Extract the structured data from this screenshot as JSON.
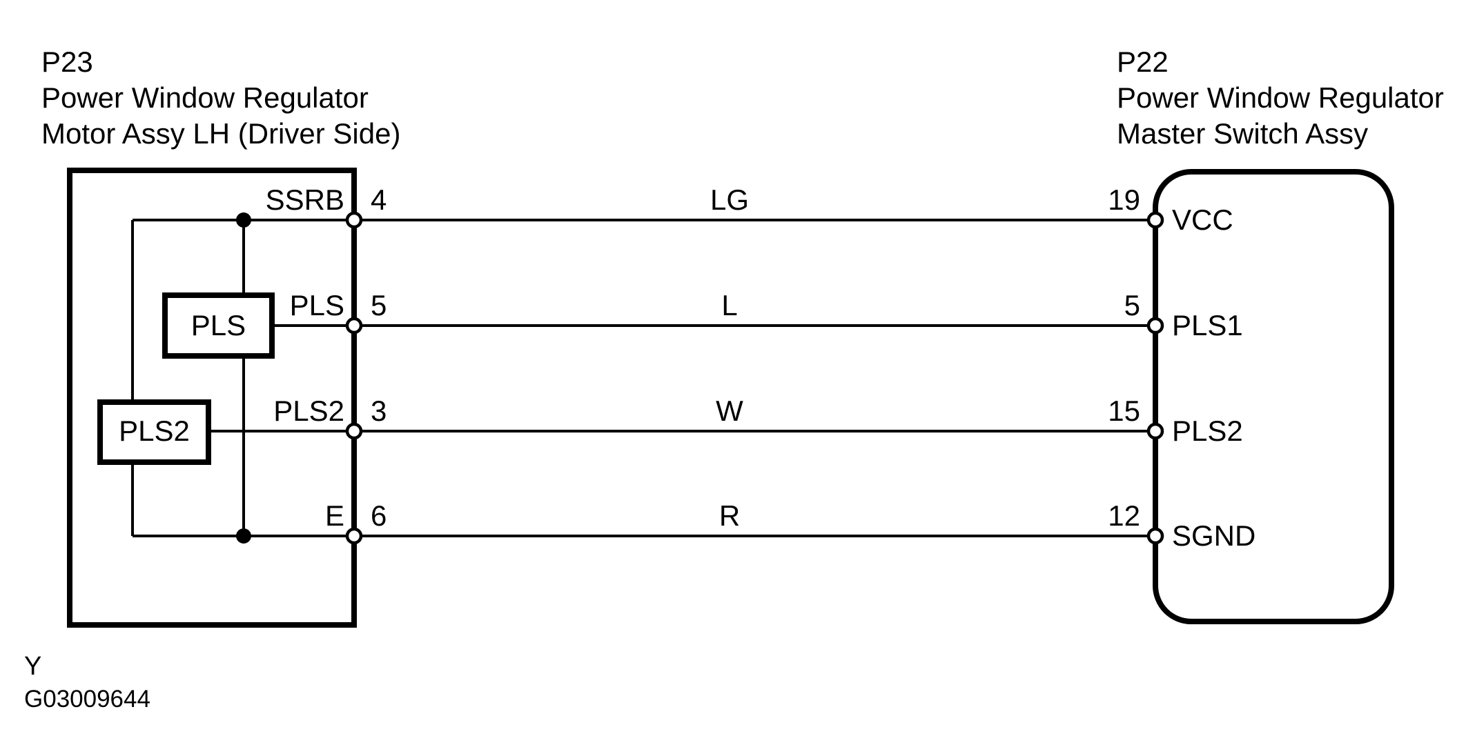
{
  "colors": {
    "ink": "#000000",
    "paper": "#ffffff"
  },
  "left_component": {
    "code": "P23",
    "name_line1": "Power Window Regulator",
    "name_line2": "Motor Assy LH (Driver Side)",
    "pins": [
      {
        "label": "SSRB",
        "number": "4"
      },
      {
        "label": "PLS",
        "number": "5"
      },
      {
        "label": "PLS2",
        "number": "3"
      },
      {
        "label": "E",
        "number": "6"
      }
    ],
    "internal_blocks": [
      {
        "label": "PLS"
      },
      {
        "label": "PLS2"
      }
    ]
  },
  "right_component": {
    "code": "P22",
    "name_line1": "Power Window Regulator",
    "name_line2": "Master Switch Assy",
    "pins": [
      {
        "number": "19",
        "label": "VCC"
      },
      {
        "number": "5",
        "label": "PLS1"
      },
      {
        "number": "15",
        "label": "PLS2"
      },
      {
        "number": "12",
        "label": "SGND"
      }
    ]
  },
  "wires": [
    {
      "color_code": "LG",
      "from_pin": "4",
      "to_pin": "19"
    },
    {
      "color_code": "L",
      "from_pin": "5",
      "to_pin": "5"
    },
    {
      "color_code": "W",
      "from_pin": "3",
      "to_pin": "15"
    },
    {
      "color_code": "R",
      "from_pin": "6",
      "to_pin": "12"
    }
  ],
  "footer": {
    "line1": "Y",
    "line2": "G03009644"
  }
}
